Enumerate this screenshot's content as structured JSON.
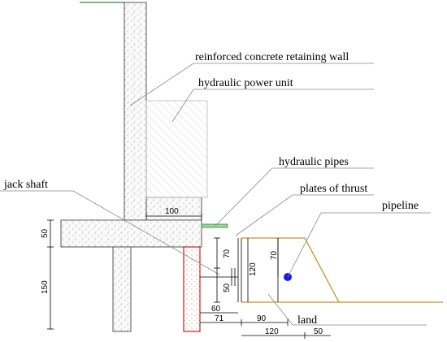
{
  "labels": {
    "retaining_wall": "reinforced concrete retaining wall",
    "power_unit": "hydraulic power unit",
    "pipes": "hydraulic pipes",
    "thrust_plates": "plates of thrust",
    "pipeline": "pipeline",
    "jack_shaft": "jack shaft",
    "land": "land"
  },
  "dimensions": {
    "d100": "100",
    "d50_left": "50",
    "d150": "150",
    "d70_a": "70",
    "d120_v": "120",
    "d70_b": "70",
    "d50_v": "50",
    "d60": "60",
    "d71": "71",
    "d90": "90",
    "d120_h": "120",
    "d50_h": "50"
  },
  "colors": {
    "ground_line": "#2f8a3a",
    "jack_shaft": "#cc2222",
    "pipeline_outline": "#c8902a",
    "pipeline_dot": "#1a1aee",
    "leader": "#888888"
  }
}
